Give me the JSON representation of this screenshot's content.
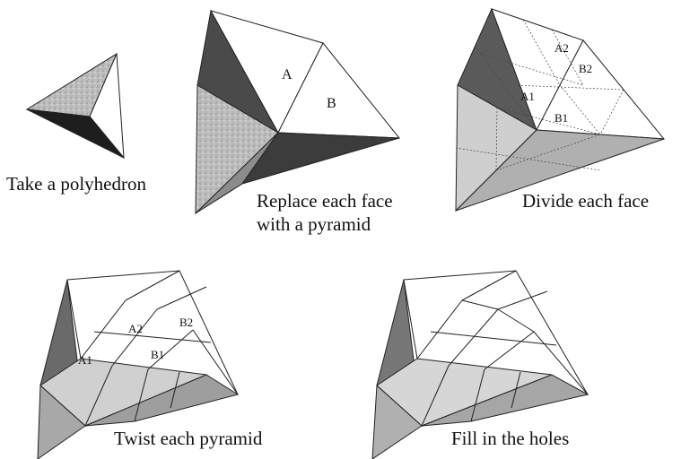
{
  "figure": {
    "steps": [
      {
        "caption": "Take a polyhedron"
      },
      {
        "caption_line1": "Replace each face",
        "caption_line2": "with a pyramid",
        "face_a": "A",
        "face_b": "B"
      },
      {
        "caption": "Divide each face",
        "labels": [
          "A2",
          "B2",
          "A1",
          "B1"
        ]
      },
      {
        "caption": "Twist each pyramid",
        "labels": [
          "A2",
          "B2",
          "A1",
          "B1"
        ]
      },
      {
        "caption": "Fill in the holes"
      }
    ]
  }
}
